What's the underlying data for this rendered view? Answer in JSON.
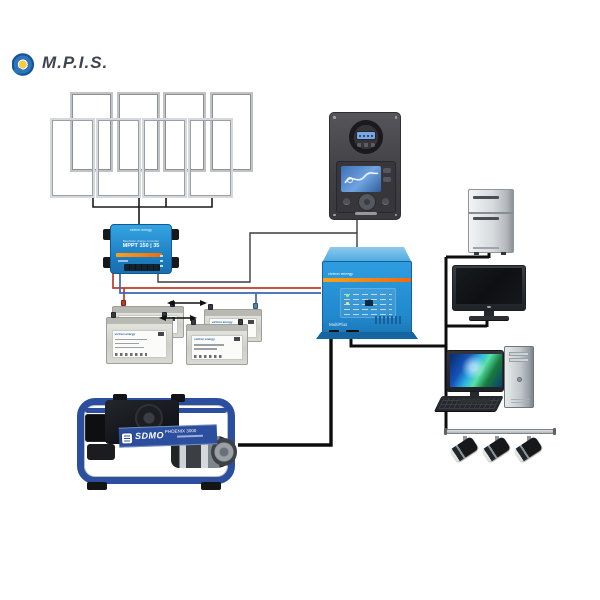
{
  "logo": {
    "text": "M.P.I.S."
  },
  "solar_array": {
    "panel_count": 8,
    "rows": 2
  },
  "mppt": {
    "brand": "victron energy",
    "product_line": "BlueSolar charge controller",
    "model": "MPPT 150 | 35"
  },
  "monitor_panel": {
    "units": [
      "battery-monitor-gauge",
      "system-display"
    ]
  },
  "inverter": {
    "brand": "victron energy",
    "model": "MultiPlus"
  },
  "battery": {
    "brand": "victron energy",
    "count": 4
  },
  "generator": {
    "brand": "SDMO",
    "model": "PHOENIX 3000"
  },
  "loads": {
    "items": [
      "refrigerator",
      "television",
      "desktop-computer",
      "track-spotlights"
    ]
  },
  "colors": {
    "victron_blue": "#2492d6",
    "victron_orange": "#f59120",
    "sdmo_blue": "#2b4f9e",
    "wire_red": "#c0392b",
    "wire_blue": "#3a66b0",
    "wire_ac_black": "#0d0d0d",
    "panel_cell": "#0b101a",
    "battery_body": "#d8d8d2"
  }
}
